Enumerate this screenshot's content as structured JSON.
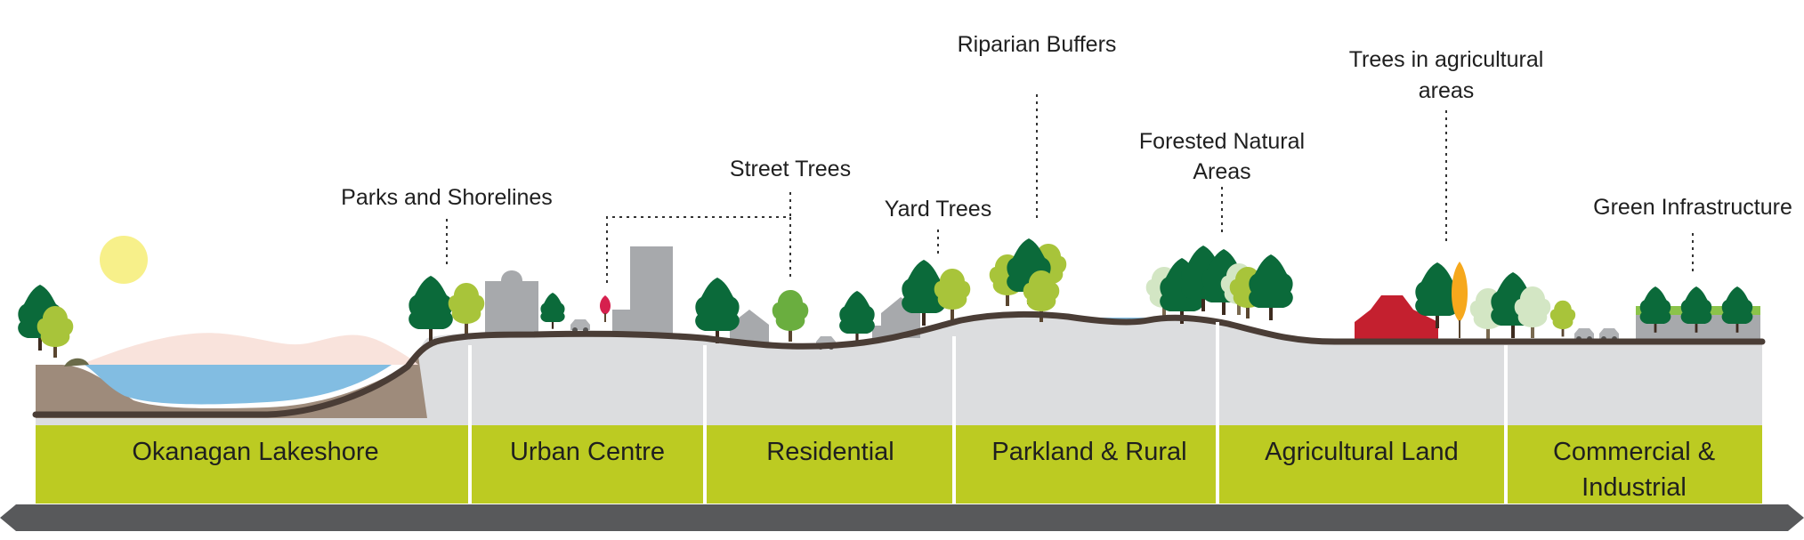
{
  "callouts": {
    "parks_shorelines": "Parks and Shorelines",
    "street_trees": "Street Trees",
    "yard_trees": "Yard Trees",
    "riparian_buffers": "Riparian Buffers",
    "forested_line1": "Forested Natural",
    "forested_line2": "Areas",
    "agri_trees_line1": "Trees in agricultural",
    "agri_trees_line2": "areas",
    "green_infra": "Green Infrastructure"
  },
  "zones": {
    "lakeshore": "Okanagan Lakeshore",
    "urban": "Urban Centre",
    "residential": "Residential",
    "parkland": "Parkland & Rural",
    "agricultural": "Agricultural Land",
    "commercial_line1": "Commercial &",
    "commercial_line2": "Industrial"
  },
  "colors": {
    "band_green": "#bccb22",
    "ground_grey": "#dcdddf",
    "ground_line": "#4a3d36",
    "lake": "#82bde2",
    "sun": "#f7f08a",
    "mountain": "#f9e3dc",
    "tree_dark": "#0b6a3a",
    "tree_light": "#a8c43a",
    "building": "#a7a9ac",
    "barn": "#c4202f",
    "bar": "#58595b"
  },
  "icons": [
    "sun-icon",
    "tree-icon",
    "building-icon",
    "house-icon",
    "car-icon",
    "barn-icon",
    "green-roof-icon"
  ]
}
